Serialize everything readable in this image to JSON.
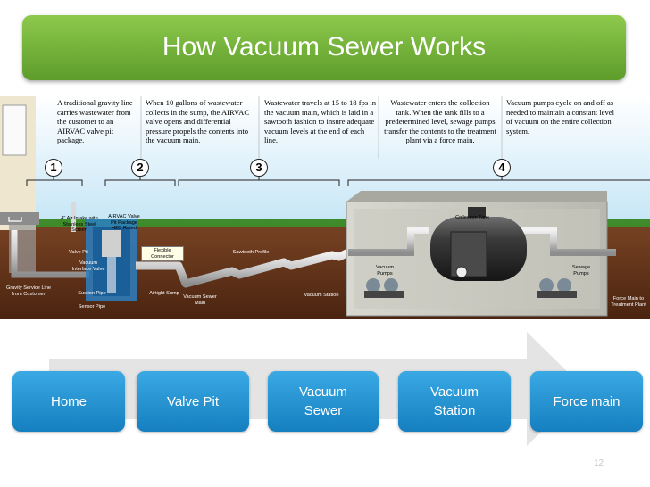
{
  "title": "How Vacuum Sewer Works",
  "descriptions": [
    "A traditional gravity line carries wastewater from the customer to an AIRVAC valve pit package.",
    "When 10 gallons of wastewater collects in the sump, the AIRVAC valve opens and differential pressure propels the contents into the vacuum main.",
    "Wastewater travels at 15 to 18 fps in the vacuum main, which is laid in a sawtooth fashion to insure adequate vacuum levels at the end of each line.",
    "Wastewater enters the collection tank. When the tank fills to a predetermined level, sewage pumps transfer the contents to the treatment plant via a force main.",
    "Vacuum pumps cycle on and off as needed to maintain a constant level of vacuum on the entire collection system."
  ],
  "step_numbers": [
    "1",
    "2",
    "3",
    "4"
  ],
  "labels": {
    "air_intake": "4\" Air Intake with Stainless Steel Screen",
    "valve_package": "AIRVAC Valve Pit Package H2O Rated",
    "valve_pit": "Valve Pit",
    "interface_valve": "Vacuum Interface Valve",
    "gravity_line": "Gravity Service Line from Customer",
    "suction_pipe": "Suction Pipe",
    "sensor_pipe": "Sensor Pipe",
    "flexible_connector": "Flexible Connector",
    "airtight_sump": "Airtight Sump",
    "vacuum_sewer_main": "Vacuum Sewer Main",
    "sawtooth_profile": "Sawtooth Profile",
    "vacuum_station": "Vacuum Station",
    "collection_tank": "Collection Tank",
    "vacuum_pumps": "Vacuum Pumps",
    "sewage_pumps": "Sewage Pumps",
    "force_main_label": "Force Main to Treatment Plant"
  },
  "flow_steps": [
    {
      "line1": "Home",
      "line2": ""
    },
    {
      "line1": "Valve Pit",
      "line2": ""
    },
    {
      "line1": "Vacuum",
      "line2": "Sewer"
    },
    {
      "line1": "Vacuum",
      "line2": "Station"
    },
    {
      "line1": "Force main",
      "line2": ""
    }
  ],
  "page_number": "12",
  "colors": {
    "title_green": "#6aae35",
    "step_blue": "#1f8fd0",
    "arrow_gray": "#e4e4e4",
    "ground_brown": "#6b3a1e",
    "grass_green": "#3f8a2a",
    "sky_blue": "#bfe3f5"
  }
}
